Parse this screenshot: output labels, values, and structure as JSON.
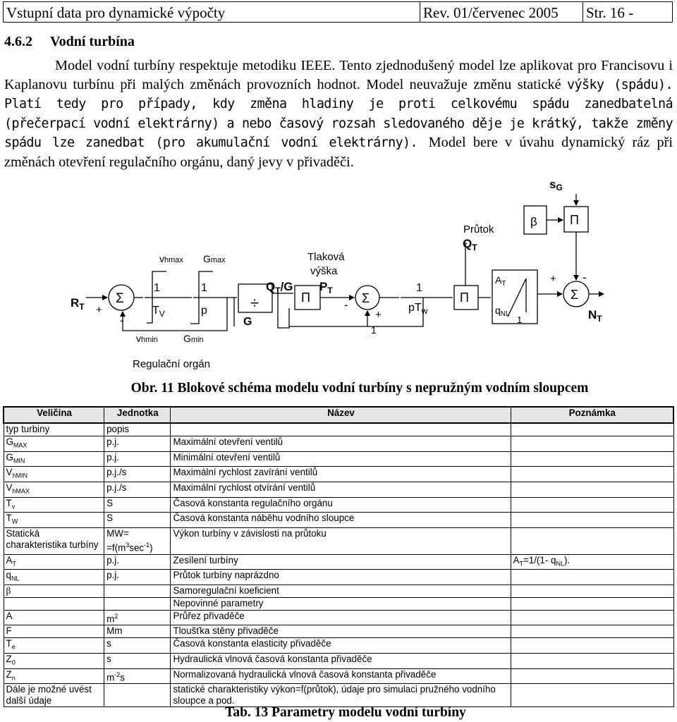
{
  "header": {
    "title": "Vstupní data pro dynamické výpočty",
    "revision": "Rev. 01/červenec 2005",
    "page": "Str. 16 -"
  },
  "section": {
    "number": "4.6.2",
    "title": "Vodní turbína"
  },
  "paragraph": {
    "part1": "Model vodní turbíny respektuje metodiku IEEE. Tento zjednodušený model lze aplikovat pro Francisovu i Kaplanovu turbínu při malých změnách provozních hodnot. Model neuvažuje změnu statické ",
    "part2": "výšky (spádu). Platí tedy pro případy, kdy změna hladiny je proti celkovému spádu zanedbatelná (přečerpací vodní elektrárny) a nebo časový rozsah sledovaného děje je krátký, takže změny spádu lze zanedbat (pro akumulační vodní elektrárny). ",
    "part3": "Model bere v úvahu dynamický ráz při změnách otevření regulačního orgánu, daný jevy v přivaděči."
  },
  "diagram": {
    "input_label": "R",
    "input_sub": "T",
    "sum_symbol": "Σ",
    "plus": "+",
    "minus": "-",
    "vmax_main": "v",
    "vmax_sub": "hmax",
    "vmin_main": "v",
    "vmin_sub": "hmin",
    "gmax_main": "G",
    "gmax_sub": "max",
    "gmin_main": "G",
    "gmin_sub": "min",
    "one": "1",
    "tv_main": "T",
    "tv_sub": "V",
    "p_label": "p",
    "divide_symbol": "÷",
    "g_label": "G",
    "qtg_q": "Q",
    "qtg_sub": "T",
    "qtg_rest": "/G",
    "product_symbol": "Π",
    "pt_p": "P",
    "pt_sub": "T",
    "pressure_line1": "Tlaková",
    "pressure_line2": "výška",
    "ptw_p": "pT",
    "ptw_sub": "w",
    "flow_label": "Průtok",
    "qt_q": "Q",
    "qt_sub": "T",
    "at_main": "A",
    "at_sub": "T",
    "qnl_main": "q",
    "qnl_sub": "NL",
    "beta": "β",
    "sg_main": "s",
    "sg_sub": "G",
    "nt_main": "N",
    "nt_sub": "T",
    "regulator_label": "Regulační orgán"
  },
  "figure_caption": "Obr. 11 Blokové schéma modelu vodní turbíny s nepružným vodním sloupcem",
  "table": {
    "headers": {
      "quantity": "Veličina",
      "unit": "Jednotka",
      "name": "Název",
      "note": "Poznámka"
    },
    "rows": [
      {
        "q_main": "typ turbiny",
        "q_sub": "",
        "u_main": "popis",
        "u_sup": "",
        "u_tail": "",
        "name": "",
        "note_main": "",
        "note_sub": "",
        "note_tail": ""
      },
      {
        "q_main": "G",
        "q_sub": "MAX",
        "u_main": "p.j.",
        "u_sup": "",
        "u_tail": "",
        "name": "Maximální otevření ventilů",
        "note_main": "",
        "note_sub": "",
        "note_tail": ""
      },
      {
        "q_main": "G",
        "q_sub": "MIN",
        "u_main": "p.j.",
        "u_sup": "",
        "u_tail": "",
        "name": "Minimální otevření ventilů",
        "note_main": "",
        "note_sub": "",
        "note_tail": ""
      },
      {
        "q_main": "V",
        "q_sub": "hMIN",
        "u_main": "p.j./s",
        "u_sup": "",
        "u_tail": "",
        "name": "Maximální rychlost zavírání ventilů",
        "note_main": "",
        "note_sub": "",
        "note_tail": ""
      },
      {
        "q_main": "V",
        "q_sub": "hMAX",
        "u_main": "p.j./s",
        "u_sup": "",
        "u_tail": "",
        "name": "Maximální rychlost otvírání ventilů",
        "note_main": "",
        "note_sub": "",
        "note_tail": ""
      },
      {
        "q_main": "T",
        "q_sub": "v",
        "u_main": "S",
        "u_sup": "",
        "u_tail": "",
        "name": "Časová konstanta regulačního orgánu",
        "note_main": "",
        "note_sub": "",
        "note_tail": ""
      },
      {
        "q_main": "T",
        "q_sub": "W",
        "u_main": "S",
        "u_sup": "",
        "u_tail": "",
        "name": "Časová konstanta náběhu vodního sloupce",
        "note_main": "",
        "note_sub": "",
        "note_tail": ""
      },
      {
        "q_main": "Statická charakteristika turbíny",
        "q_sub": "",
        "u_main": "MW= =f(m",
        "u_sup": "3",
        "u_tail": "sec",
        "u_sup2": "-1",
        "u_tail2": ")",
        "name": "Výkon turbíny v závislosti na průtoku",
        "note_main": "",
        "note_sub": "",
        "note_tail": ""
      },
      {
        "q_main": "A",
        "q_sub": "T",
        "u_main": "p.j.",
        "u_sup": "",
        "u_tail": "",
        "name": "Zesílení turbíny",
        "note_main": "A",
        "note_sub": "T",
        "note_tail": "=1/(1- q",
        "note_sub2": "NL",
        "note_tail2": ")."
      },
      {
        "q_main": "q",
        "q_sub": "NL",
        "u_main": "p.j.",
        "u_sup": "",
        "u_tail": "",
        "name": "Průtok turbíny naprázdno",
        "note_main": "",
        "note_sub": "",
        "note_tail": ""
      },
      {
        "q_main": "β",
        "q_sub": "",
        "u_main": "",
        "u_sup": "",
        "u_tail": "",
        "name": "Samoregulační koeficient",
        "note_main": "",
        "note_sub": "",
        "note_tail": ""
      },
      {
        "q_main": "",
        "q_sub": "",
        "u_main": "",
        "u_sup": "",
        "u_tail": "",
        "name": "Nepovinné parametry",
        "note_main": "",
        "note_sub": "",
        "note_tail": ""
      },
      {
        "q_main": "A",
        "q_sub": "",
        "u_main": "m",
        "u_sup": "2",
        "u_tail": "",
        "name": "Průřez přivaděče",
        "note_main": "",
        "note_sub": "",
        "note_tail": ""
      },
      {
        "q_main": "F",
        "q_sub": "",
        "u_main": "Mm",
        "u_sup": "",
        "u_tail": "",
        "name": "Tloušťka stěny přivaděče",
        "note_main": "",
        "note_sub": "",
        "note_tail": ""
      },
      {
        "q_main": "T",
        "q_sub": "e",
        "u_main": "s",
        "u_sup": "",
        "u_tail": "",
        "name": "Časová konstanta elasticity přivaděče",
        "note_main": "",
        "note_sub": "",
        "note_tail": ""
      },
      {
        "q_main": "Z",
        "q_sub": "0",
        "u_main": "s",
        "u_sup": "",
        "u_tail": "",
        "name": "Hydraulická vlnová časová konstanta přivaděče",
        "note_main": "",
        "note_sub": "",
        "note_tail": ""
      },
      {
        "q_main": "Z",
        "q_sub": "n",
        "u_main": "m",
        "u_sup": "-2",
        "u_tail": "s",
        "name": "Normalizovaná hydraulická vlnová časová konstanta přivaděče",
        "note_main": "",
        "note_sub": "",
        "note_tail": ""
      },
      {
        "q_main": "Dále je možné uvést další údaje",
        "q_sub": "",
        "u_main": "",
        "u_sup": "",
        "u_tail": "",
        "name": "statické charakteristiky výkon=f(průtok), údaje pro simulaci pružného vodního sloupce a pod.",
        "note_main": "",
        "note_sub": "",
        "note_tail": ""
      }
    ]
  },
  "table_caption": "Tab. 13 Parametry modelu vodní turbíny"
}
